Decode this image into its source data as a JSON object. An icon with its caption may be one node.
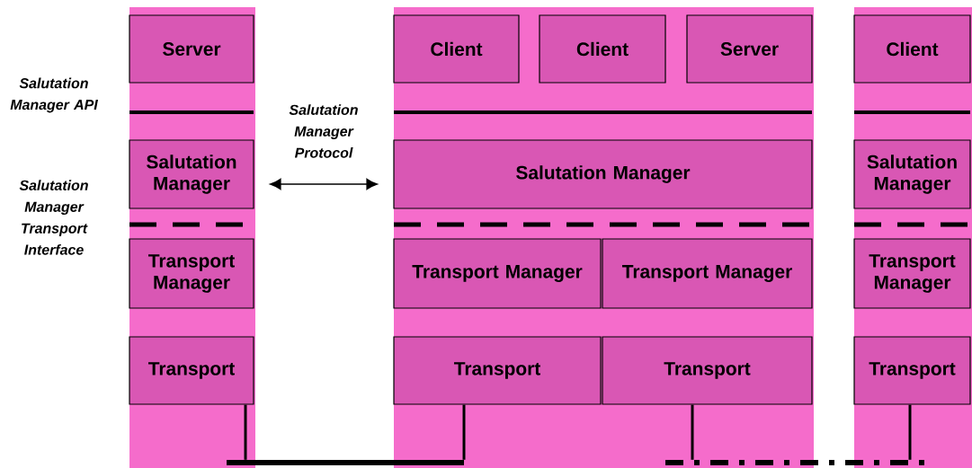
{
  "diagram": {
    "nodes": [
      {
        "text": [
          "Server"
        ]
      },
      {
        "text": [
          "Salutation Manager"
        ]
      },
      {
        "text": [
          "Transport Manager"
        ]
      },
      {
        "text": [
          "Transport"
        ]
      },
      {
        "text": [
          "Client"
        ]
      },
      {
        "text": [
          "Client"
        ]
      },
      {
        "text": [
          "Server"
        ]
      },
      {
        "text": [
          "Salutation Manager"
        ]
      },
      {
        "text": [
          "Transport Manager"
        ]
      },
      {
        "text": [
          "Transport Manager"
        ]
      },
      {
        "text": [
          "Transport"
        ]
      },
      {
        "text": [
          "Transport"
        ]
      },
      {
        "text": [
          "Client"
        ]
      },
      {
        "text": [
          "Salutation Manager"
        ]
      },
      {
        "text": [
          "Transport Manager"
        ]
      },
      {
        "text": [
          "Transport"
        ]
      },
      {
        "text": [],
        "shape": "bar"
      },
      {
        "text": [],
        "shape": "bar"
      }
    ],
    "edges": [
      {
        "from": 1,
        "to": 7,
        "arrow": "both",
        "label": "Salutation Manager Protocol"
      },
      {
        "from": 3,
        "to": 16,
        "arrow": "none"
      },
      {
        "from": 10,
        "to": 16,
        "arrow": "none"
      },
      {
        "from": 11,
        "to": 17,
        "arrow": "none"
      },
      {
        "from": 15,
        "to": 17,
        "arrow": "none"
      }
    ],
    "labels": [
      "Salutation Manager API",
      "Salutation Manager Transport Interface"
    ]
  }
}
